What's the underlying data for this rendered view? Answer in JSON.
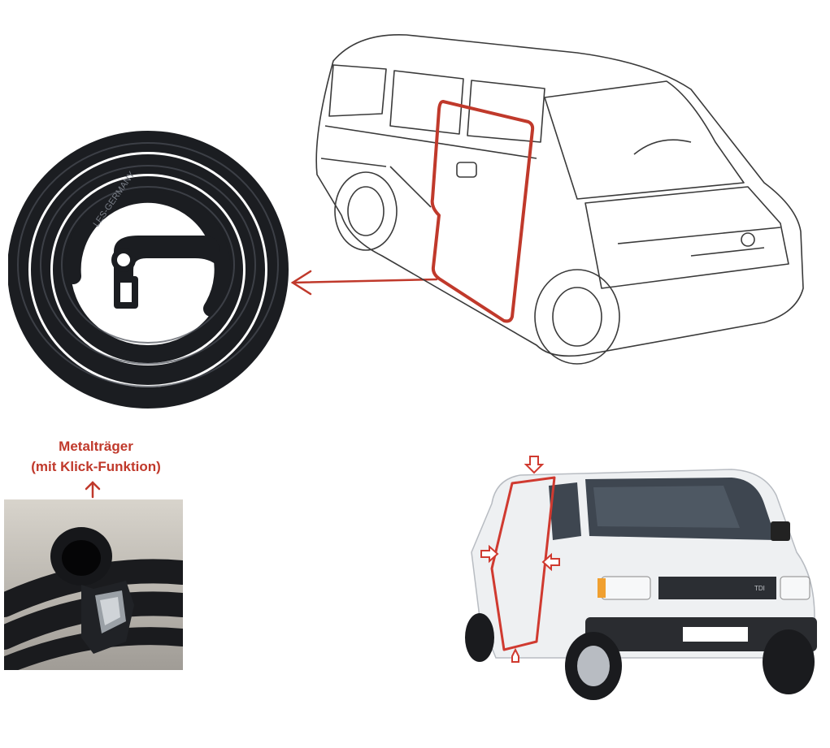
{
  "colors": {
    "accent": "#c0392b",
    "seal": "#1b1d21",
    "line": "#3a3a3a",
    "van_body": "#eef0f2"
  },
  "icons": {
    "pointer_arrow": "arrow-left-icon",
    "up_arrow": "arrow-up-icon"
  },
  "seal_coil": {
    "brand_text": "LES-GERMANY"
  },
  "callout": {
    "line1": "Metalträger",
    "line2": "(mit Klick-Funktion)"
  },
  "van_photo": {
    "badge": "TDI"
  }
}
